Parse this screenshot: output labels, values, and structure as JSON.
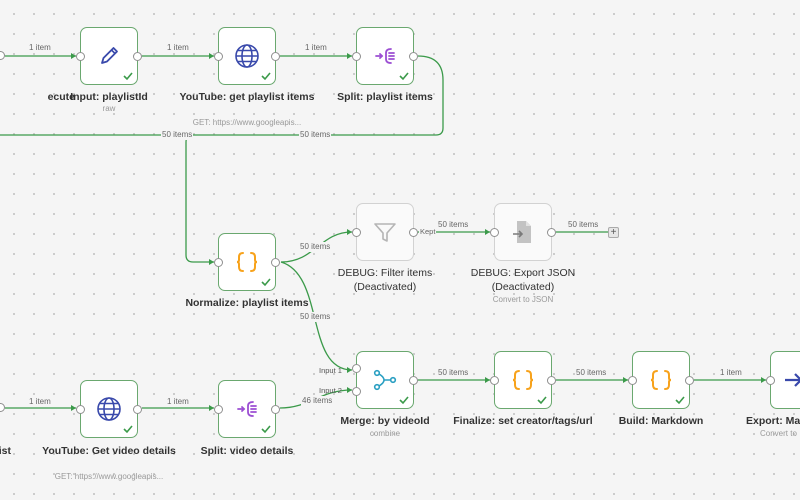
{
  "colors": {
    "edge": "#3b9a4a",
    "edge_inactive": "#c8c8c8",
    "node_border": "#6aa86f",
    "check": "#3b9a4a",
    "globe": "#3949ab",
    "pencil": "#3949ab",
    "braces": "#f7a21b",
    "split": "#9c4fd3",
    "merge": "#2a9fc2"
  },
  "nodes": {
    "execute": {
      "label": "ecute"
    },
    "input": {
      "label": "Input: playlistId",
      "sub": "raw",
      "icon": "pencil-icon"
    },
    "yt_playlist": {
      "label": "YouTube: get playlist items",
      "sub": "GET: https://www.googleapis...",
      "icon": "globe-icon"
    },
    "split_playlist": {
      "label": "Split: playlist items",
      "icon": "split-icon"
    },
    "normalize": {
      "label": "Normalize: playlist items",
      "icon": "braces-icon"
    },
    "debug_filter": {
      "label": "DEBUG: Filter items (Deactivated)",
      "icon": "filter-icon"
    },
    "debug_export": {
      "label": "DEBUG: Export JSON (Deactivated)",
      "sub": "Convert to JSON",
      "icon": "file-export-icon"
    },
    "merge": {
      "label": "Merge: by videoId",
      "sub": "combine",
      "icon": "merge-icon",
      "inputs": [
        "Input 1",
        "Input 2"
      ]
    },
    "finalize": {
      "label": "Finalize: set creator/tags/url",
      "icon": "braces-icon"
    },
    "build": {
      "label": "Build: Markdown",
      "icon": "braces-icon"
    },
    "export": {
      "label": "Export: Mar",
      "sub": "Convert to",
      "icon": "export-arrow-icon"
    },
    "left_bottom": {
      "label": "ist"
    },
    "yt_video": {
      "label": "YouTube: Get video details",
      "sub": "GET: https://www.googleapis...",
      "icon": "globe-icon"
    },
    "split_video": {
      "label": "Split: video details",
      "icon": "split-icon"
    }
  },
  "edges": {
    "e1": "1 item",
    "e2": "1 item",
    "e3": "1 item",
    "loop_left": "50 items",
    "loop_right": "50 items",
    "norm_filter": "50 items",
    "norm_merge": "50 items",
    "filter_kept": "Kept",
    "filter_export": "50 items",
    "export_out": "50 items",
    "merge_finalize": "50 items",
    "finalize_build": "50 items",
    "build_export": "1 item",
    "b1": "1 item",
    "b2": "1 item",
    "split_merge": "46 items"
  },
  "plus_label": "+"
}
